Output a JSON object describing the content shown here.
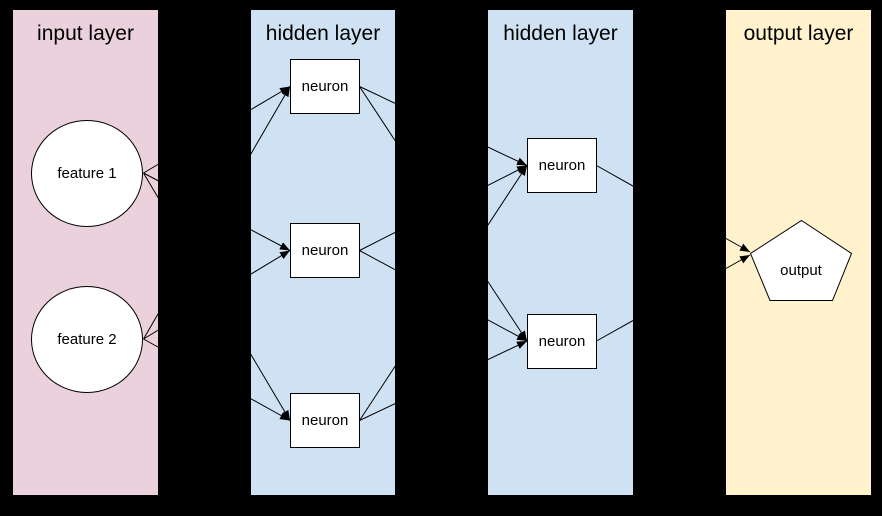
{
  "canvas": {
    "background_color": "#000000",
    "connection_color": "#000000",
    "node_fill": "#ffffff"
  },
  "layers": [
    {
      "title": "input layer",
      "color": "#ead1dc",
      "nodes": [
        {
          "label": "feature 1",
          "shape": "circle"
        },
        {
          "label": "feature 2",
          "shape": "circle"
        }
      ]
    },
    {
      "title": "hidden layer",
      "color": "#cfe2f3",
      "nodes": [
        {
          "label": "neuron",
          "shape": "square"
        },
        {
          "label": "neuron",
          "shape": "square"
        },
        {
          "label": "neuron",
          "shape": "square"
        }
      ]
    },
    {
      "title": "hidden layer",
      "color": "#cfe2f3",
      "nodes": [
        {
          "label": "neuron",
          "shape": "square"
        },
        {
          "label": "neuron",
          "shape": "square"
        }
      ]
    },
    {
      "title": "output layer",
      "color": "#fff2cc",
      "nodes": [
        {
          "label": "output",
          "shape": "pentagon"
        }
      ]
    }
  ],
  "connections": [
    {
      "from": "input.feature1",
      "to": "hidden1.neuron1"
    },
    {
      "from": "input.feature1",
      "to": "hidden1.neuron2"
    },
    {
      "from": "input.feature1",
      "to": "hidden1.neuron3"
    },
    {
      "from": "input.feature2",
      "to": "hidden1.neuron1"
    },
    {
      "from": "input.feature2",
      "to": "hidden1.neuron2"
    },
    {
      "from": "input.feature2",
      "to": "hidden1.neuron3"
    },
    {
      "from": "hidden1.neuron1",
      "to": "hidden2.neuron1"
    },
    {
      "from": "hidden1.neuron1",
      "to": "hidden2.neuron2"
    },
    {
      "from": "hidden1.neuron2",
      "to": "hidden2.neuron1"
    },
    {
      "from": "hidden1.neuron2",
      "to": "hidden2.neuron2"
    },
    {
      "from": "hidden1.neuron3",
      "to": "hidden2.neuron1"
    },
    {
      "from": "hidden1.neuron3",
      "to": "hidden2.neuron2"
    },
    {
      "from": "hidden2.neuron1",
      "to": "output.output"
    },
    {
      "from": "hidden2.neuron2",
      "to": "output.output"
    }
  ]
}
